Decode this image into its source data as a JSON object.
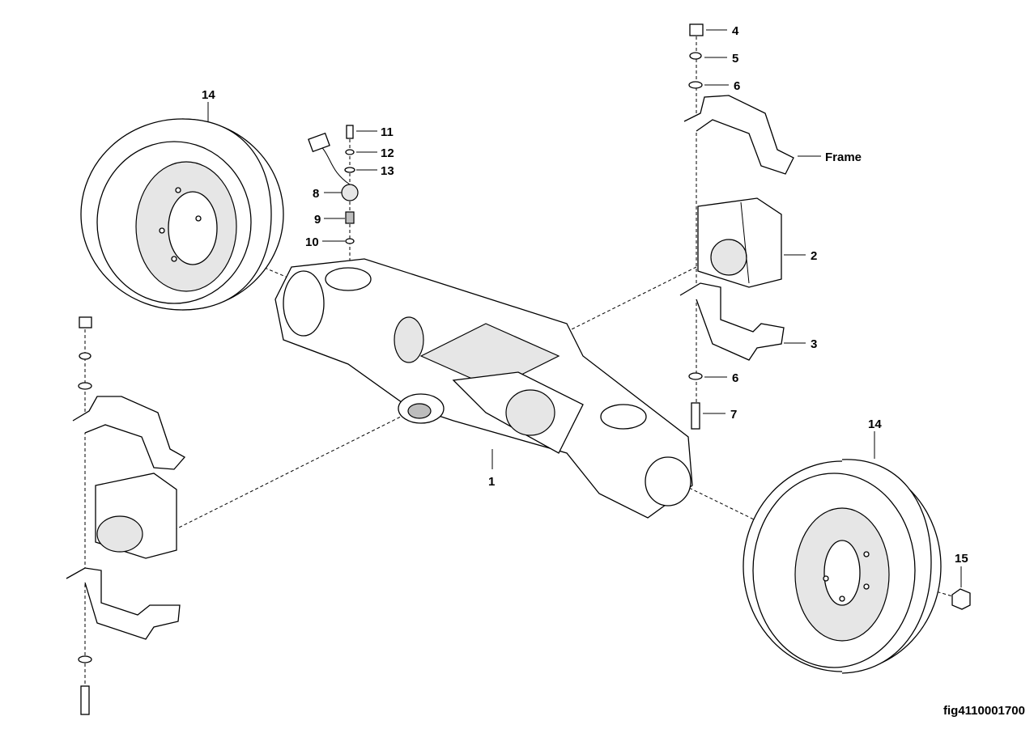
{
  "figure_id": "fig4110001700",
  "callouts": {
    "nut_top": "4",
    "lock_washer_top": "5",
    "washer_top": "6",
    "frame": "Frame",
    "mount_block_right": "2",
    "bracket_lower_right": "3",
    "washer_lower": "6",
    "bolt": "7",
    "wheel_left": "14",
    "wheel_right": "14",
    "screw": "11",
    "washer_11": "12",
    "washer_13": "13",
    "sensor_ring": "8",
    "fitting": "9",
    "washer_10": "10",
    "axle": "1",
    "wheel_nut": "15"
  },
  "colors": {
    "line": "#000000",
    "background": "#ffffff",
    "shade": "#e6e6e6"
  }
}
